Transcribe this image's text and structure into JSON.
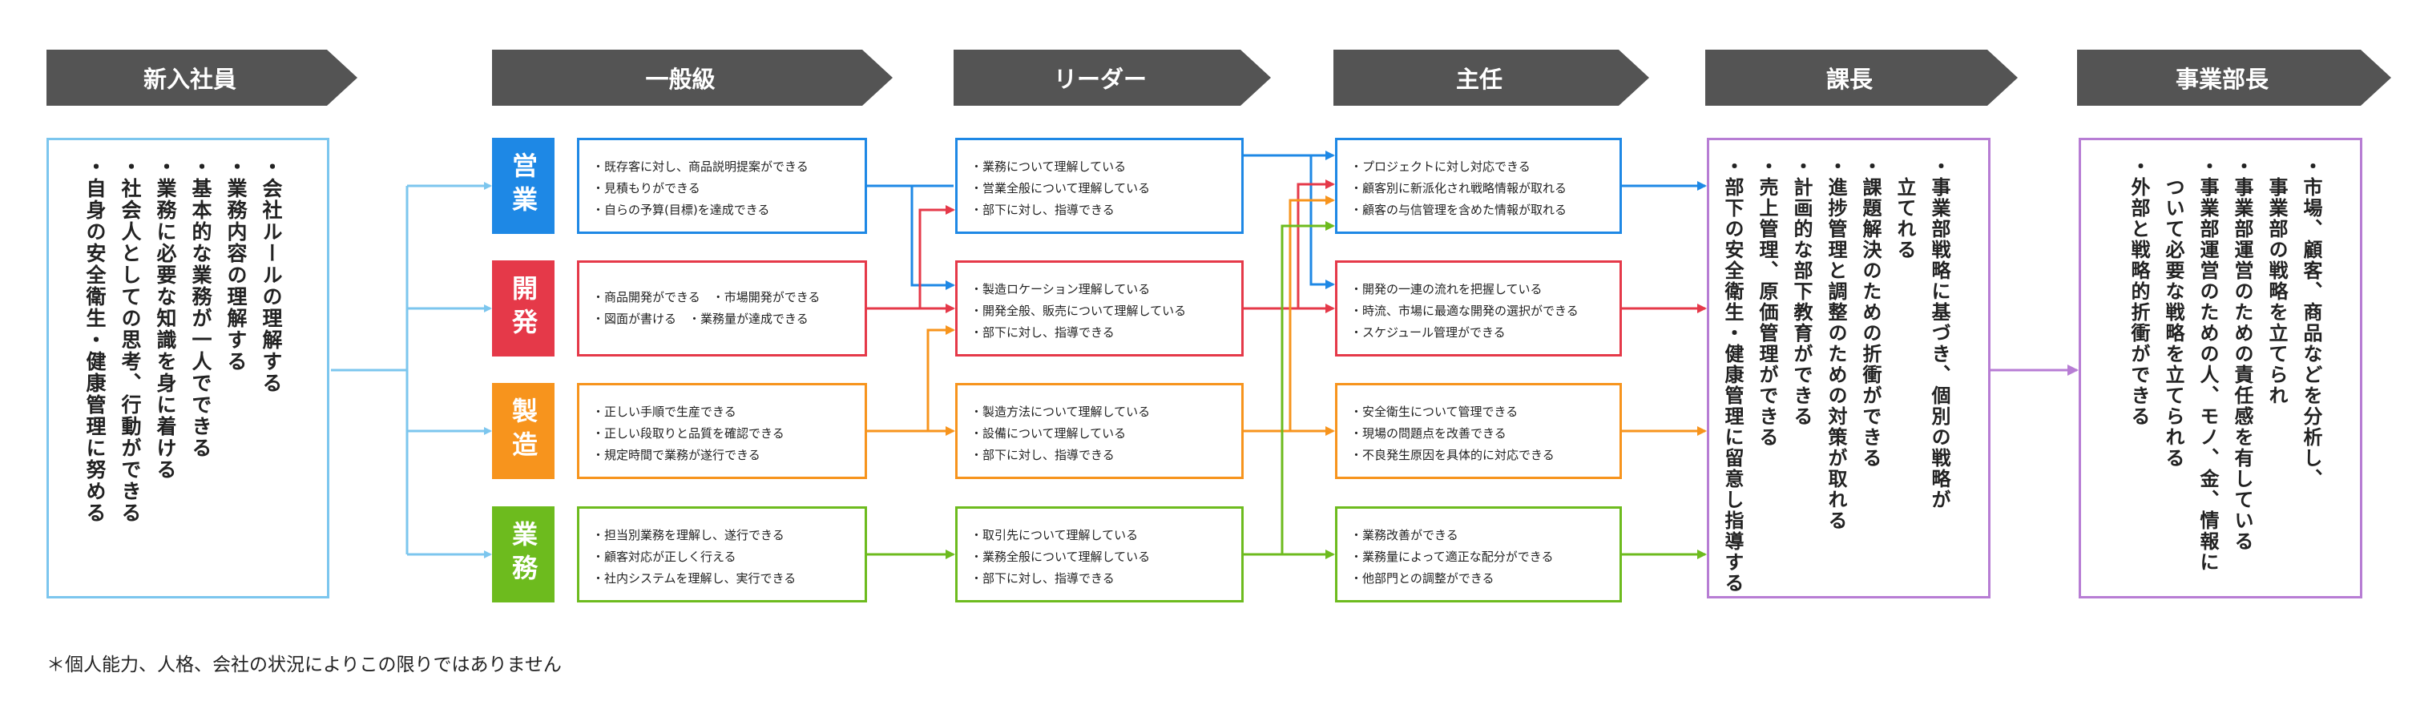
{
  "colors": {
    "header": "#545454",
    "light_blue": "#7cc6ee",
    "sales": "#1e88e5",
    "dev": "#e53949",
    "mfg": "#f7941d",
    "ops": "#6dbb1e",
    "purple": "#b77dd4"
  },
  "headers": [
    "新入社員",
    "一般級",
    "リーダー",
    "主任",
    "課長",
    "事業部長"
  ],
  "new_employee": {
    "items": [
      "・会社ルールの理解する",
      "・業務内容の理解する",
      "・基本的な業務が一人でできる",
      "・業務に必要な知識を身に着ける",
      "・社会人としての思考、行動ができる",
      "・自身の安全衛生・健康管理に努める"
    ]
  },
  "departments": [
    {
      "tag": "営業",
      "color": "#1e88e5",
      "general": [
        "・既存客に対し、商品説明提案ができる",
        "・見積もりができる",
        "・自らの予算(目標)を達成できる"
      ],
      "leader": [
        "・業務について理解している",
        "・営業全般について理解している",
        "・部下に対し、指導できる"
      ],
      "chief": [
        "・プロジェクトに対し対応できる",
        "・顧客別に新派化され戦略情報が取れる",
        "・顧客の与信管理を含めた情報が取れる"
      ]
    },
    {
      "tag": "開発",
      "color": "#e53949",
      "general": [
        "・商品開発ができる　・市場開発ができる",
        "・図面が書ける　・業務量が達成できる"
      ],
      "leader": [
        "・製造ロケーション理解している",
        "・開発全般、販売について理解している",
        "・部下に対し、指導できる"
      ],
      "chief": [
        "・開発の一連の流れを把握している",
        "・時流、市場に最適な開発の選択ができる",
        "・スケジュール管理ができる"
      ]
    },
    {
      "tag": "製造",
      "color": "#f7941d",
      "general": [
        "・正しい手順で生産できる",
        "・正しい段取りと品質を確認できる",
        "・規定時間で業務が遂行できる"
      ],
      "leader": [
        "・製造方法について理解している",
        "・設備について理解している",
        "・部下に対し、指導できる"
      ],
      "chief": [
        "・安全衛生について管理できる",
        "・現場の問題点を改善できる",
        "・不良発生原因を具体的に対応できる"
      ]
    },
    {
      "tag": "業務",
      "color": "#6dbb1e",
      "general": [
        "・担当別業務を理解し、遂行できる",
        "・顧客対応が正しく行える",
        "・社内システムを理解し、実行できる"
      ],
      "leader": [
        "・取引先について理解している",
        "・業務全般について理解している",
        "・部下に対し、指導できる"
      ],
      "chief": [
        "・業務改善ができる",
        "・業務量によって適正な配分ができる",
        "・他部門との調整ができる"
      ]
    }
  ],
  "section_chief": {
    "items": [
      "・事業部戦略に基づき、個別の戦略が",
      "　立てれる",
      "・課題解決のための折衝ができる",
      "・進捗管理と調整のための対策が取れる",
      "・計画的な部下教育ができる",
      "・売上管理、原価管理ができる",
      "・部下の安全衛生・健康管理に留意し指導する"
    ]
  },
  "division_head": {
    "items": [
      "・市場、顧客、商品などを分析し、",
      "　事業部の戦略を立てられ",
      "・事業部運営のための責任感を有している",
      "・事業部運営のための人、モノ、金、情報に",
      "　ついて必要な戦略を立てられる",
      "・外部と戦略的折衝ができる"
    ]
  },
  "footnote": "＊個人能力、人格、会社の状況によりこの限りではありません"
}
